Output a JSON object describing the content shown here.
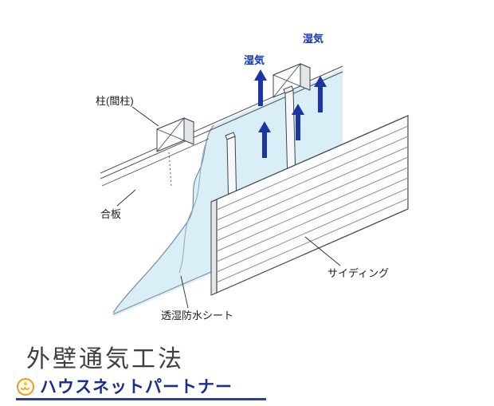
{
  "diagram": {
    "labels": {
      "pillar": "柱(間柱)",
      "plywood": "合板",
      "sheet": "透湿防水シート",
      "siding": "サイディング",
      "moisture_left": "湿気",
      "moisture_right": "湿気"
    },
    "colors": {
      "sheet_fill": "#d9eef6",
      "arrow": "#1c35a6",
      "moisture_label": "#1535b0",
      "outline": "#4a4f58"
    }
  },
  "footer": {
    "title": "外壁通気工法",
    "brand_name": "ハウスネットパートナー",
    "colors": {
      "brand_text": "#1b2e8e",
      "underline": "#2b3fa0",
      "logo_ring": "#f0991e"
    }
  }
}
